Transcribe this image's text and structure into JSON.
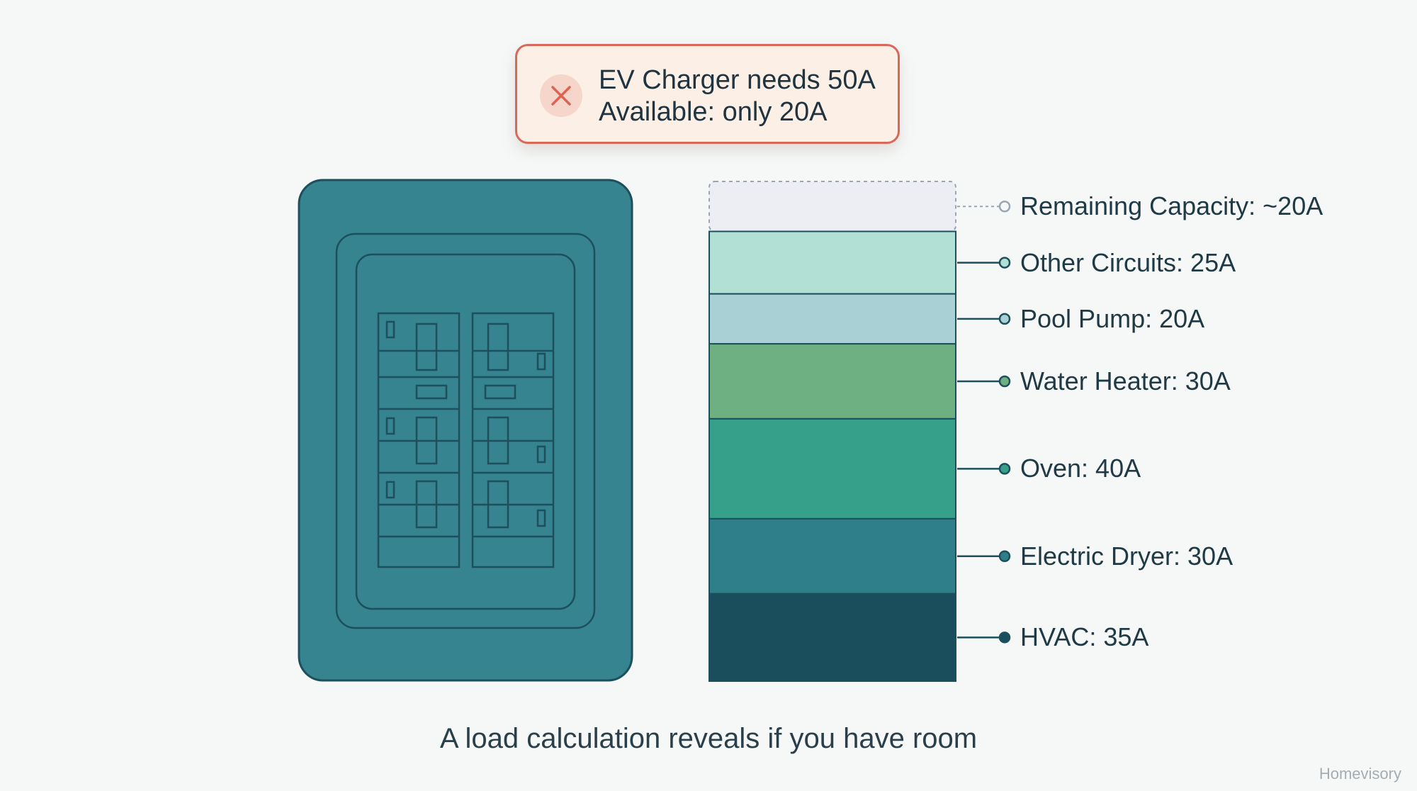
{
  "alert": {
    "icon": "close-icon",
    "line1": "EV Charger needs 50A",
    "line2": "Available: only 20A",
    "border_color": "#d9685a",
    "background": "#fcefe6"
  },
  "panel": {
    "icon": "breaker-panel-icon",
    "color": "#35848f"
  },
  "load_stack": [
    {
      "label": "Remaining Capacity: ~20A",
      "amps": 20,
      "color": "#eceef3",
      "dashed": true
    },
    {
      "label": "Other Circuits: 25A",
      "amps": 25,
      "color": "#b3e0d4"
    },
    {
      "label": "Pool Pump: 20A",
      "amps": 20,
      "color": "#a9d0d5"
    },
    {
      "label": "Water Heater: 30A",
      "amps": 30,
      "color": "#6fb083"
    },
    {
      "label": "Oven: 40A",
      "amps": 40,
      "color": "#37a08a"
    },
    {
      "label": "Electric Dryer: 30A",
      "amps": 30,
      "color": "#2f7f8b"
    },
    {
      "label": "HVAC: 35A",
      "amps": 35,
      "color": "#1b4e5c"
    }
  ],
  "caption": "A load calculation reveals if you have room",
  "brand": "Homevisory"
}
